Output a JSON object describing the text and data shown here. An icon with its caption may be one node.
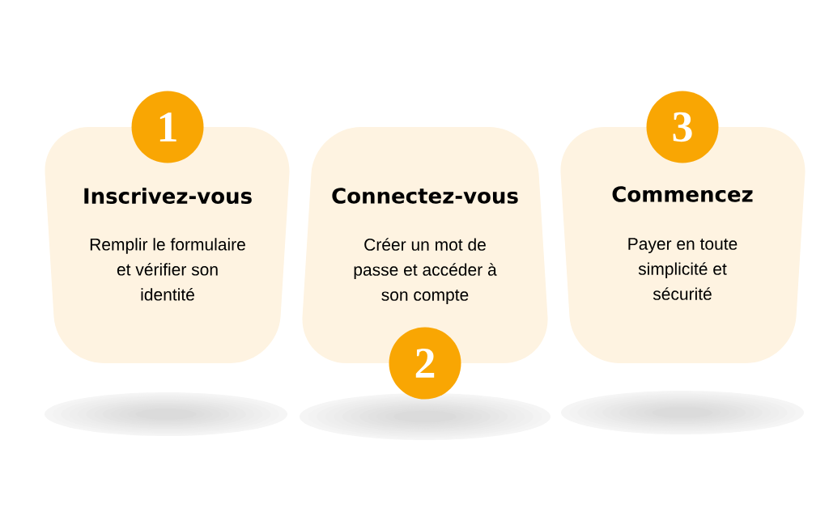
{
  "diagram": {
    "nodes": [
      {
        "text": [
          "1"
        ]
      },
      {
        "text": [
          "Inscrivez-vous",
          "Remplir le formulaire et vérifier son identité"
        ]
      },
      {
        "text": [
          "Connectez-vous",
          "Créer un mot de passe et accéder à son compte"
        ]
      },
      {
        "text": [
          "2"
        ]
      },
      {
        "text": [
          "3"
        ]
      },
      {
        "text": [
          "Commencez",
          "Payer en toute simplicité et sécurité"
        ]
      }
    ]
  }
}
